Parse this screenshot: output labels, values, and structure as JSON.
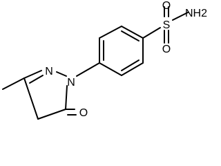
{
  "molecule": {
    "atoms": {
      "n2": "N",
      "n1": "N",
      "o_carbonyl": "O",
      "s": "S",
      "o_sulfonyl_top": "O",
      "o_sulfonyl_bottom": "O",
      "nh2": "NH2"
    },
    "colors": {
      "bond": "#000000",
      "label": "#000000",
      "background": "#ffffff"
    }
  }
}
